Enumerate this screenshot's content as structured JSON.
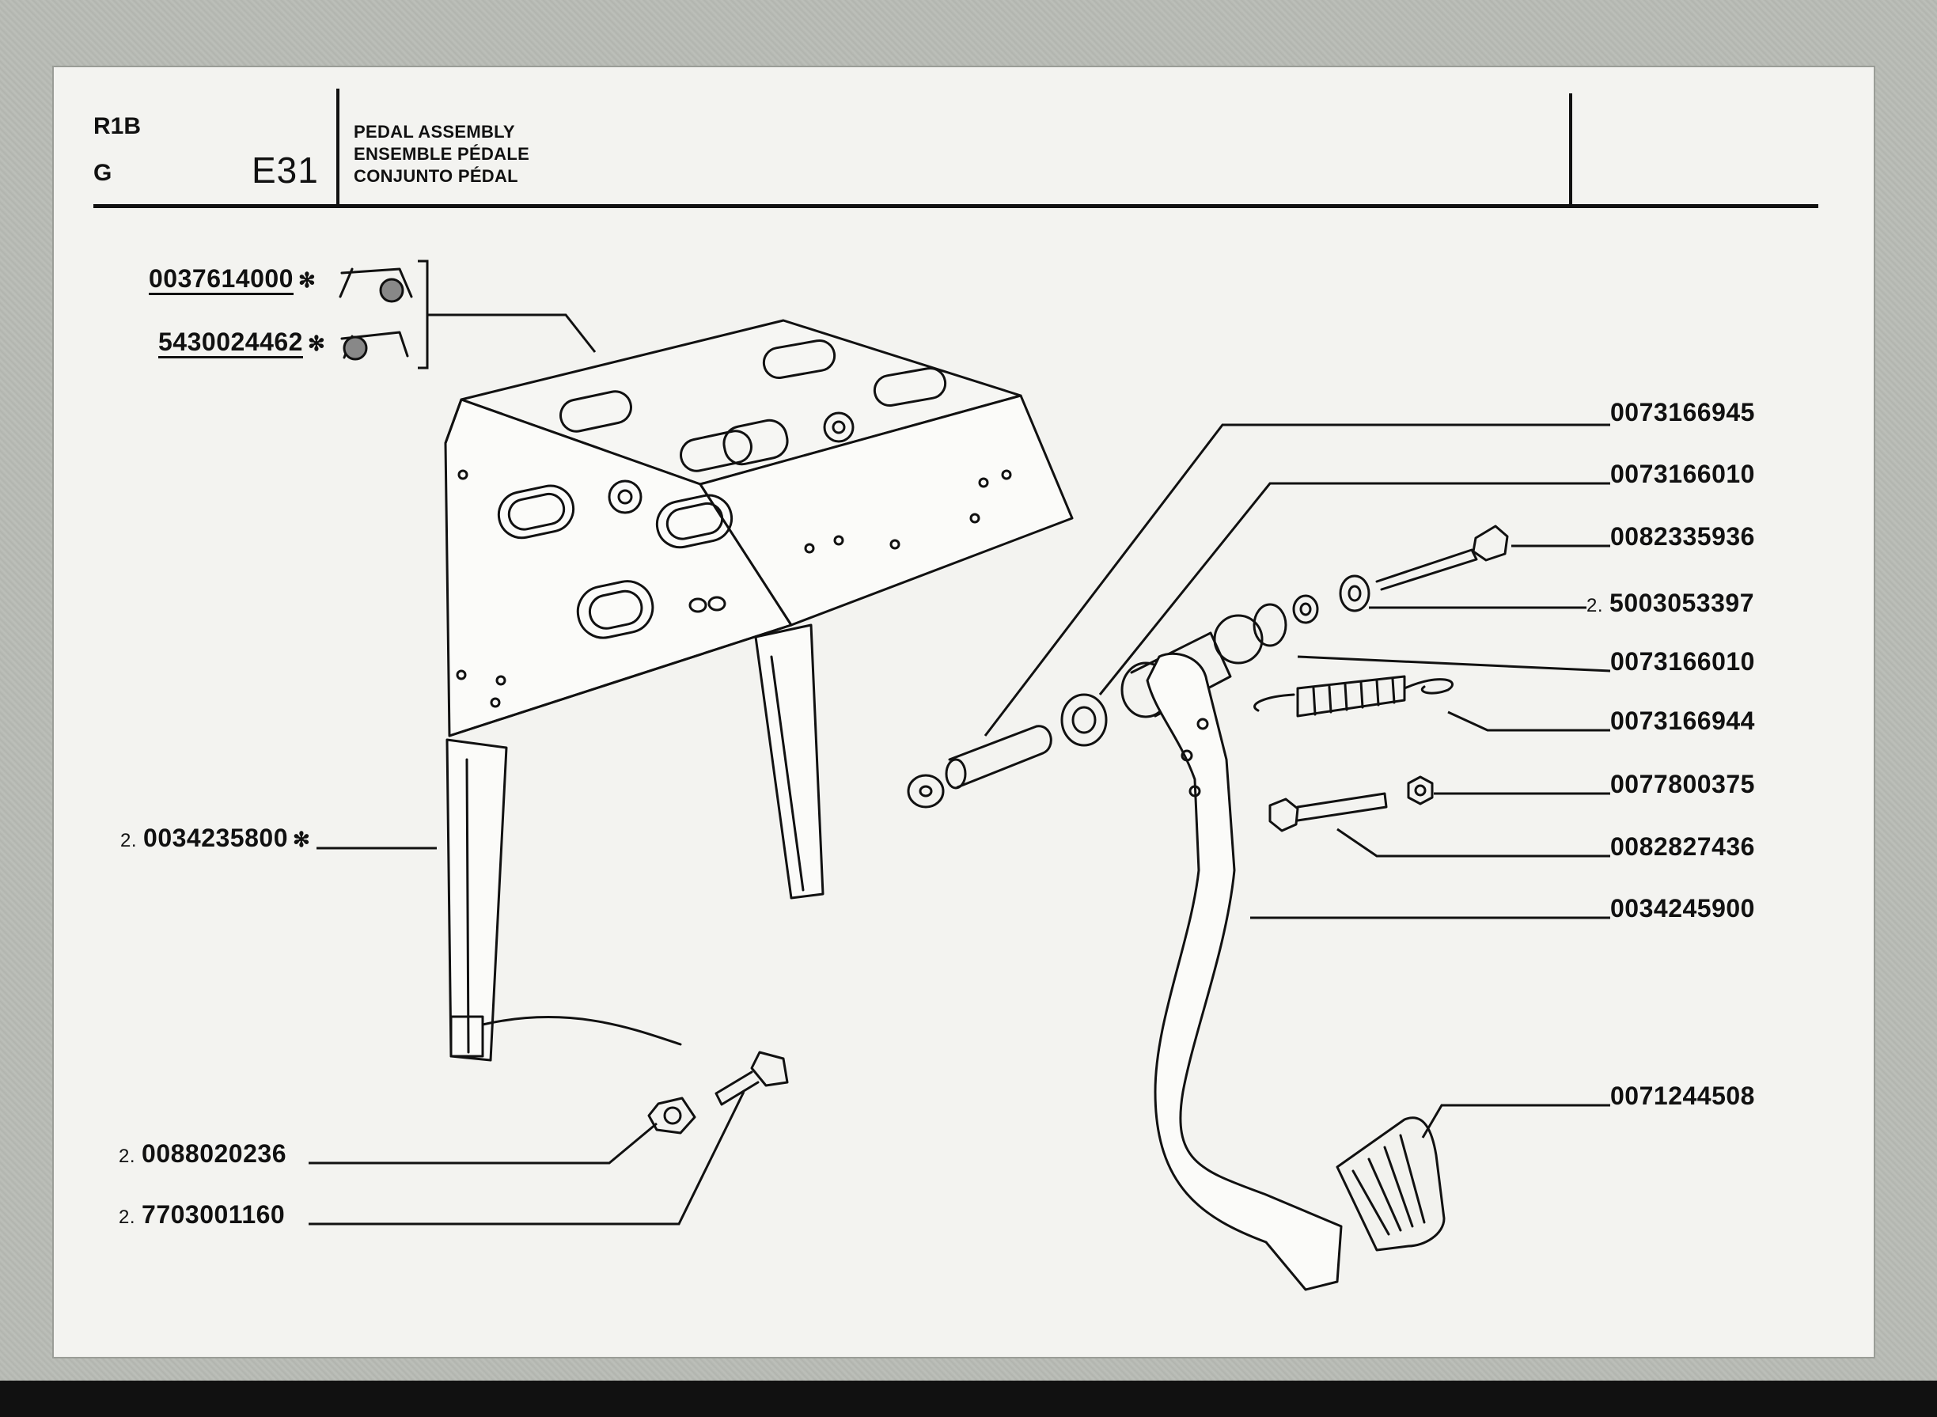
{
  "header": {
    "model": "R1B",
    "group": "G",
    "section": "E31",
    "title_en": "PEDAL ASSEMBLY",
    "title_fr": "ENSEMBLE PÉDALE",
    "title_es": "CONJUNTO PÉDAL"
  },
  "parts": [
    {
      "qty": "",
      "number": "0037614000",
      "star": "✻"
    },
    {
      "qty": "",
      "number": "5430024462",
      "star": "✻"
    },
    {
      "qty": "2.",
      "number": "0034235800",
      "star": "✻"
    },
    {
      "qty": "2.",
      "number": "0088020236",
      "star": ""
    },
    {
      "qty": "2.",
      "number": "7703001160",
      "star": ""
    },
    {
      "qty": "",
      "number": "0073166945",
      "star": ""
    },
    {
      "qty": "",
      "number": "0073166010",
      "star": ""
    },
    {
      "qty": "",
      "number": "0082335936",
      "star": ""
    },
    {
      "qty": "2.",
      "number": "5003053397",
      "star": ""
    },
    {
      "qty": "",
      "number": "0073166010",
      "star": ""
    },
    {
      "qty": "",
      "number": "0073166944",
      "star": ""
    },
    {
      "qty": "",
      "number": "0077800375",
      "star": ""
    },
    {
      "qty": "",
      "number": "0082827436",
      "star": ""
    },
    {
      "qty": "",
      "number": "0034245900",
      "star": ""
    },
    {
      "qty": "",
      "number": "0071244508",
      "star": ""
    }
  ]
}
